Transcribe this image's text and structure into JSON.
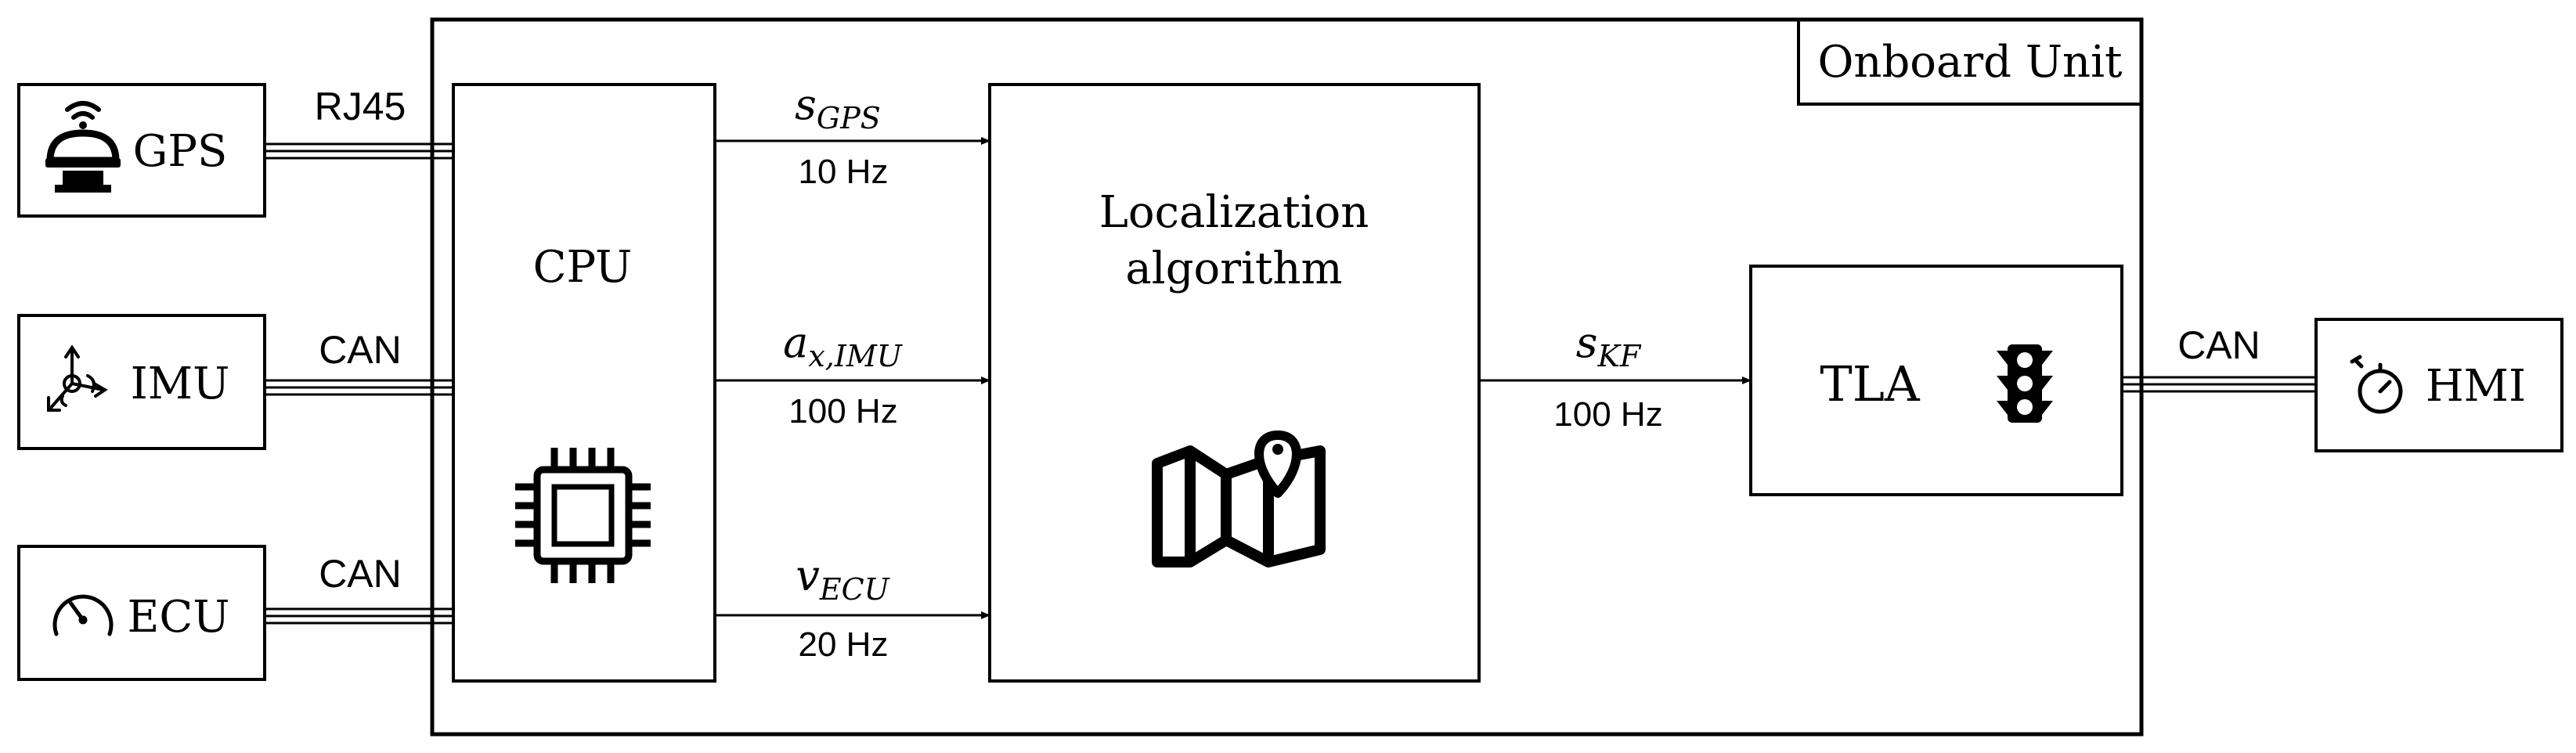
{
  "onboard_unit": {
    "label": "Onboard Unit"
  },
  "sensors": {
    "gps": {
      "label": "GPS",
      "icon": "gps-antenna-icon",
      "link": "RJ45"
    },
    "imu": {
      "label": "IMU",
      "icon": "imu-axes-icon",
      "link": "CAN"
    },
    "ecu": {
      "label": "ECU",
      "icon": "speedometer-icon",
      "link": "CAN"
    }
  },
  "cpu": {
    "label": "CPU",
    "icon": "chip-icon"
  },
  "signals": {
    "gps": {
      "base": "s",
      "sub": "GPS",
      "rate": "10 Hz"
    },
    "imu": {
      "base": "a",
      "sub": "x,IMU",
      "rate": "100 Hz"
    },
    "ecu": {
      "base": "v",
      "sub": "ECU",
      "rate": "20 Hz"
    },
    "kf": {
      "base": "s",
      "sub": "KF",
      "rate": "100 Hz"
    }
  },
  "localization": {
    "line1": "Localization",
    "line2": "algorithm",
    "icon": "map-pin-icon"
  },
  "tla": {
    "label": "TLA",
    "icon": "traffic-light-icon",
    "link": "CAN"
  },
  "hmi": {
    "label": "HMI",
    "icon": "stopwatch-icon"
  }
}
